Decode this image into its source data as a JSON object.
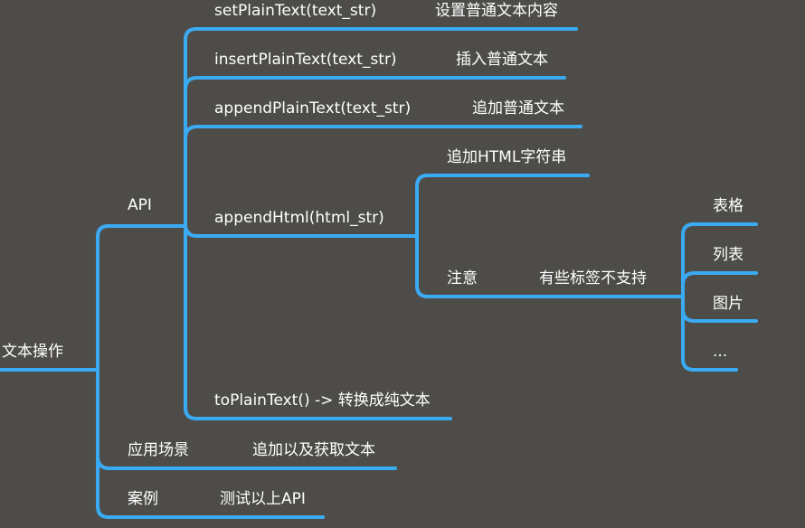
{
  "mindmap": {
    "line_color": "#3aabf3",
    "background": "#4e4c49",
    "root": "文本操作",
    "api": {
      "label": "API",
      "set_plain_text": {
        "label": "setPlainText(text_str)",
        "note": "设置普通文本内容"
      },
      "insert_plain_text": {
        "label": "insertPlainText(text_str)",
        "note": "插入普通文本"
      },
      "append_plain_text": {
        "label": "appendPlainText(text_str)",
        "note": "追加普通文本"
      },
      "append_html": {
        "label": "appendHtml(html_str)",
        "desc": "追加HTML字符串",
        "notice": {
          "label": "注意",
          "note": "有些标签不支持",
          "items": [
            "表格",
            "列表",
            "图片",
            "..."
          ]
        }
      },
      "to_plain_text": {
        "label": "toPlainText() -> 转换成纯文本"
      }
    },
    "scenario": {
      "label": "应用场景",
      "note": "追加以及获取文本"
    },
    "example": {
      "label": "案例",
      "note": "测试以上API"
    }
  }
}
